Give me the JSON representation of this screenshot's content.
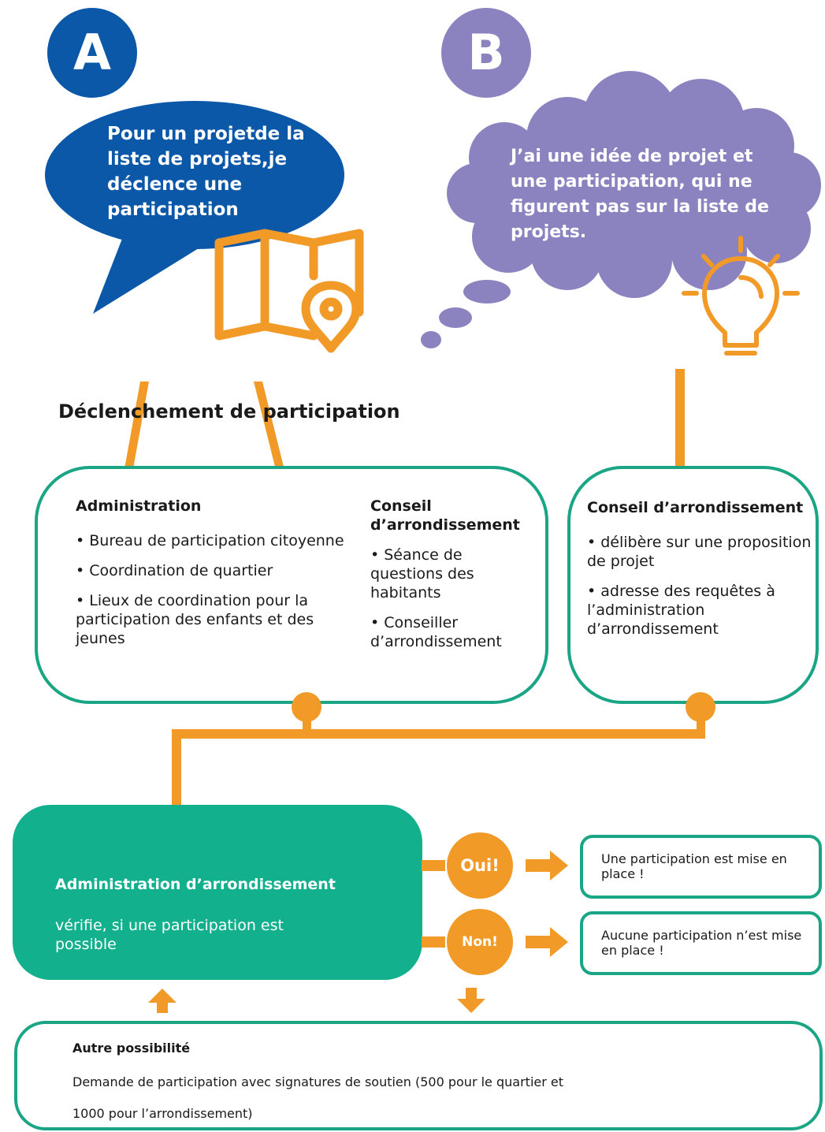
{
  "colors": {
    "blue": "#0b57a8",
    "purple": "#8b82c0",
    "orange": "#f29a28",
    "teal": "#13b08e",
    "teal_border": "#1aa585"
  },
  "path_a": {
    "badge": "A",
    "bubble_text": "Pour un projetde la liste de projets,je déclence une participation",
    "icon": "map-pin-icon"
  },
  "path_b": {
    "badge": "B",
    "bubble_text": "J’ai une idée de projet et une participation, qui ne figurent pas sur la liste de projets.",
    "icon": "light-bulb-icon"
  },
  "trigger_title": "Déclenchement de participation",
  "left_card": {
    "administration": {
      "title": "Administration",
      "items": [
        "Bureau de participation citoyenne",
        "Coordination de quartier",
        "Lieux de coordination pour la participation des enfants et des jeunes"
      ]
    },
    "council": {
      "title": "Conseil d’arrondissement",
      "items": [
        "Séance de questions des habitants",
        "Conseiller d’arrondissement"
      ]
    }
  },
  "right_card": {
    "title": "Conseil d’arrondissement",
    "items": [
      "délibère sur une proposition de projet",
      "adresse des requêtes à l’administration d’arrondissement"
    ]
  },
  "admin_box": {
    "title": "Administration d’arrondissement",
    "text": "vérifie, si une participation est possible"
  },
  "decision": {
    "yes_label": "Oui!",
    "no_label": "Non!",
    "yes_result": "Une participation est mise en place !",
    "no_result": "Aucune participation n’est mise en place !"
  },
  "other_possibility": {
    "title": "Autre possibilité",
    "line1": "Demande de participation avec signatures de soutien (500 pour le quartier et",
    "line2": "1000 pour l’arrondissement)"
  }
}
